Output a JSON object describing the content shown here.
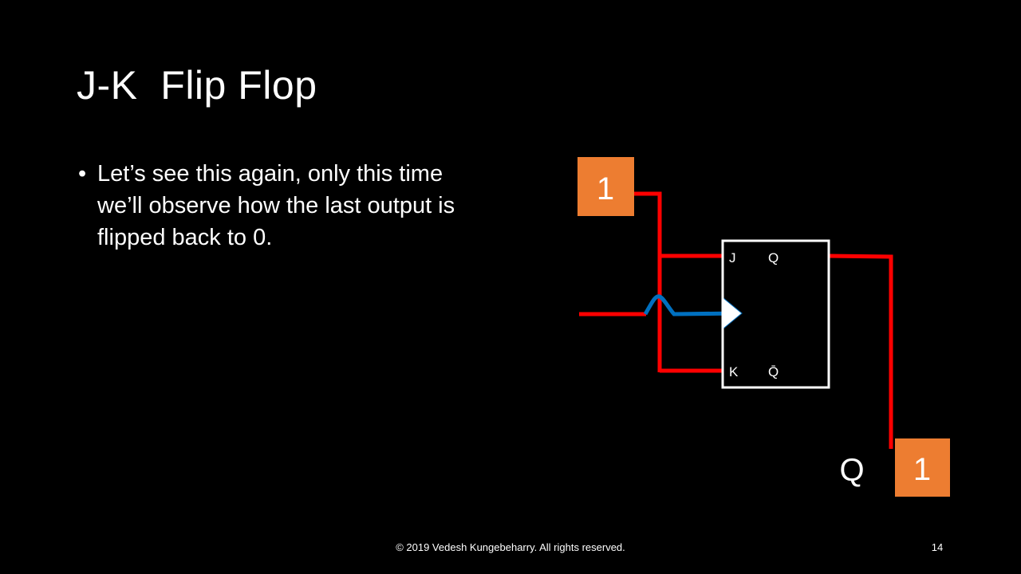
{
  "slide": {
    "title": "J-K  Flip Flop",
    "bullets": [
      "Let’s see this again, only this time we’ll observe how the last output is flipped back to 0."
    ],
    "footer": "© 2019  Vedesh Kungebeharry. All rights reserved.",
    "page_number": "14"
  },
  "diagram": {
    "input_value": "1",
    "output_value": "1",
    "output_label": "Q",
    "pins": {
      "j": "J",
      "k": "K",
      "q": "Q",
      "q_bar": "Q̄"
    },
    "colors": {
      "wire": "#ff0000",
      "clock": "#0070c0",
      "value_box": "#ed7d31",
      "box_outline": "#ffffff"
    }
  }
}
